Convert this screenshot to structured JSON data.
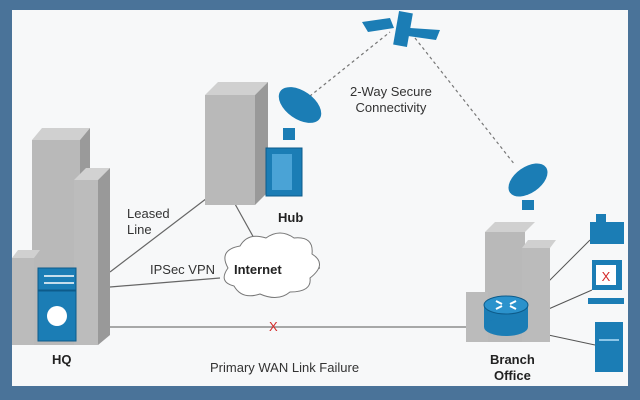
{
  "nodes": {
    "hq": "HQ",
    "hub": "Hub",
    "branch": [
      "Branch",
      "Office"
    ],
    "internet": "Internet"
  },
  "links": {
    "leased_line": [
      "Leased",
      "Line"
    ],
    "ipsec_vpn": "IPSec VPN",
    "satellite": [
      "2-Way Secure",
      "Connectivity"
    ],
    "wan_failure": "Primary WAN Link Failure",
    "failure_mark": "X"
  },
  "colors": {
    "frame": "#4a7399",
    "device_blue": "#1b7db5",
    "building_gray": "#b5b5b5",
    "failure_red": "#d42a2a"
  }
}
